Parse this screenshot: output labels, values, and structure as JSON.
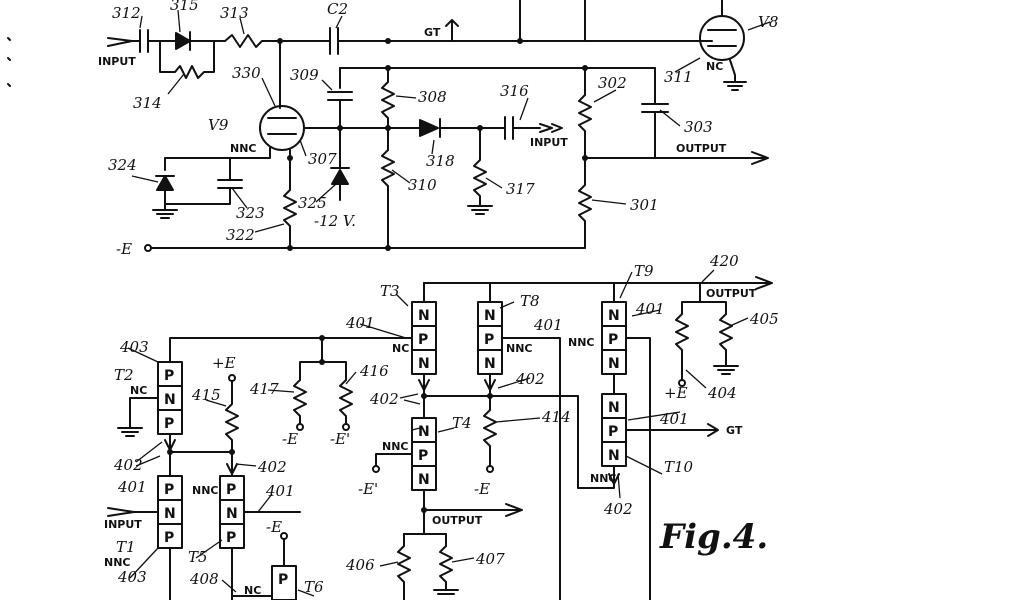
{
  "top_circuit": {
    "labels": {
      "r312": "312",
      "r315": "315",
      "r313": "313",
      "c2": "C2",
      "gt": "GT",
      "v8": "V8",
      "input1": "INPUT",
      "r314": "314",
      "r330": "330",
      "r309": "309",
      "r308": "308",
      "r316": "316",
      "r302": "302",
      "r303": "303",
      "r311": "311",
      "nc_v8": "NC",
      "v9": "V9",
      "input2": "INPUT",
      "r318": "318",
      "output1": "OUTPUT",
      "r324": "324",
      "nnc1": "NNC",
      "r307": "307",
      "r323": "323",
      "r325": "325",
      "r310": "310",
      "r317": "317",
      "r301": "301",
      "r322": "322",
      "neg12": "-12 V.",
      "negE": "-E"
    }
  },
  "bottom_circuit": {
    "labels": {
      "t9": "T9",
      "l420": "420",
      "output2": "OUTPUT",
      "t3": "T3",
      "t8": "T8",
      "l401a": "401",
      "l401b": "401",
      "l401c": "401",
      "l405": "405",
      "l403a": "403",
      "nc_t3": "NC",
      "nnc_t8": "NNC",
      "nnc_t9": "NNC",
      "t2": "T2",
      "plusE1": "+E",
      "l402a": "402",
      "nc_t2": "NC",
      "l415": "415",
      "l417": "417",
      "l416": "416",
      "l402b": "402",
      "t4": "T4",
      "l414": "414",
      "plusE2": "+E",
      "l404": "404",
      "l401d": "401",
      "gt2": "GT",
      "negE1": "-E",
      "negEp1": "-E'",
      "l402c": "402",
      "l402d": "402",
      "nnc_t4": "NNC",
      "negEp2": "-E'",
      "negE2": "-E",
      "t10": "T10",
      "l401e": "401",
      "nnc_t5": "NNC",
      "l401f": "401",
      "input3": "INPUT",
      "t1": "T1",
      "nnc_t1": "NNC",
      "t5": "T5",
      "l403b": "403",
      "negE3": "-E",
      "output3": "OUTPUT",
      "nnc_t10": "NNC",
      "l402e": "402",
      "l406": "406",
      "l407": "407",
      "l408": "408",
      "nc_t6": "NC",
      "t6": "T6"
    },
    "cells": {
      "t3": [
        "N",
        "P",
        "N"
      ],
      "t8": [
        "N",
        "P",
        "N"
      ],
      "t9": [
        "N",
        "P",
        "N"
      ],
      "t2": [
        "P",
        "N",
        "P"
      ],
      "t4": [
        "N",
        "P",
        "N"
      ],
      "t10": [
        "N",
        "P",
        "N"
      ],
      "t1": [
        "P",
        "N",
        "P"
      ],
      "t5": [
        "P",
        "N",
        "P"
      ],
      "t6": [
        "P"
      ]
    }
  },
  "figure_label": "Fig.4."
}
